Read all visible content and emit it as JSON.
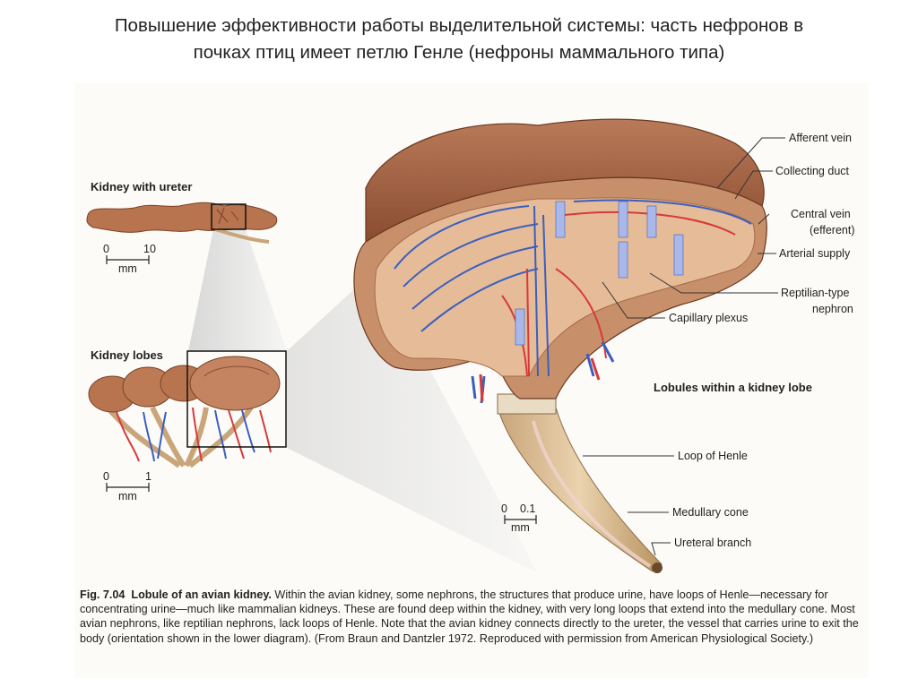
{
  "slide": {
    "title_line1": "Повышение эффективности работы выделительной системы: часть нефронов в",
    "title_line2": "почках птиц имеет петлю Генле (нефроны маммального типа)"
  },
  "panels": {
    "kidney_with_ureter": {
      "heading": "Kidney with ureter",
      "scale": {
        "start": "0",
        "end": "10",
        "unit": "mm"
      }
    },
    "kidney_lobes": {
      "heading": "Kidney lobes",
      "scale": {
        "start": "0",
        "end": "1",
        "unit": "mm"
      }
    },
    "lobule": {
      "heading": "Lobules within a kidney lobe",
      "scale": {
        "start": "0",
        "end": "0.1",
        "unit": "mm"
      },
      "labels": [
        {
          "id": "afferent-vein",
          "lines": [
            "Afferent vein"
          ]
        },
        {
          "id": "collecting-duct",
          "lines": [
            "Collecting duct"
          ]
        },
        {
          "id": "central-vein",
          "lines": [
            "Central vein",
            "(efferent)"
          ]
        },
        {
          "id": "arterial-supply",
          "lines": [
            "Arterial supply"
          ]
        },
        {
          "id": "reptilian-nephron",
          "lines": [
            "Reptilian-type",
            "nephron"
          ]
        },
        {
          "id": "capillary-plexus",
          "lines": [
            "Capillary plexus"
          ]
        },
        {
          "id": "loop-of-henle",
          "lines": [
            "Loop of Henle"
          ]
        },
        {
          "id": "medullary-cone",
          "lines": [
            "Medullary cone"
          ]
        },
        {
          "id": "ureteral-branch",
          "lines": [
            "Ureteral branch"
          ]
        }
      ]
    }
  },
  "caption": {
    "fig_label": "Fig. 7.04",
    "fig_title": "Lobule of an avian kidney.",
    "text": " Within the avian kidney, some nephrons, the structures that produce urine, have loops of Henle—necessary for concentrating urine—much like mammalian kidneys. These are found deep within the kidney, with very long loops that extend into the medullary cone. Most avian nephrons, like reptilian nephrons, lack loops of Henle. Note that the avian kidney connects directly to the ureter, the vessel that carries urine to exit the body (orientation shown in the lower diagram). (From Braun and Dantzler 1972. Reproduced with permission from American Physiological Society.)"
  }
}
